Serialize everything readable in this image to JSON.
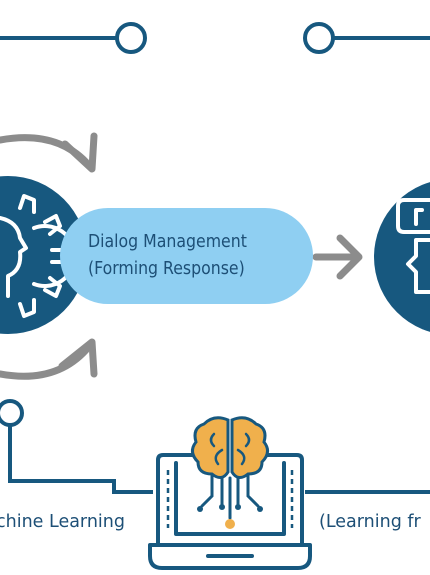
{
  "diagram": {
    "pill": {
      "line1": "Dialog Management",
      "line2": "(Forming Response)"
    },
    "bottom_left_label": "chine Learning",
    "bottom_right_label": "(Learning fr",
    "colors": {
      "dark_blue": "#17587f",
      "light_blue": "#8fcff2",
      "grey_arrow": "#8c8c8c",
      "brain_orange": "#f0b04c",
      "text": "#1d4f76"
    },
    "icons": [
      "gear-head-icon",
      "ai-chip-head-icon",
      "brain-laptop-icon",
      "curved-arrow-icon",
      "right-arrow-icon"
    ]
  }
}
